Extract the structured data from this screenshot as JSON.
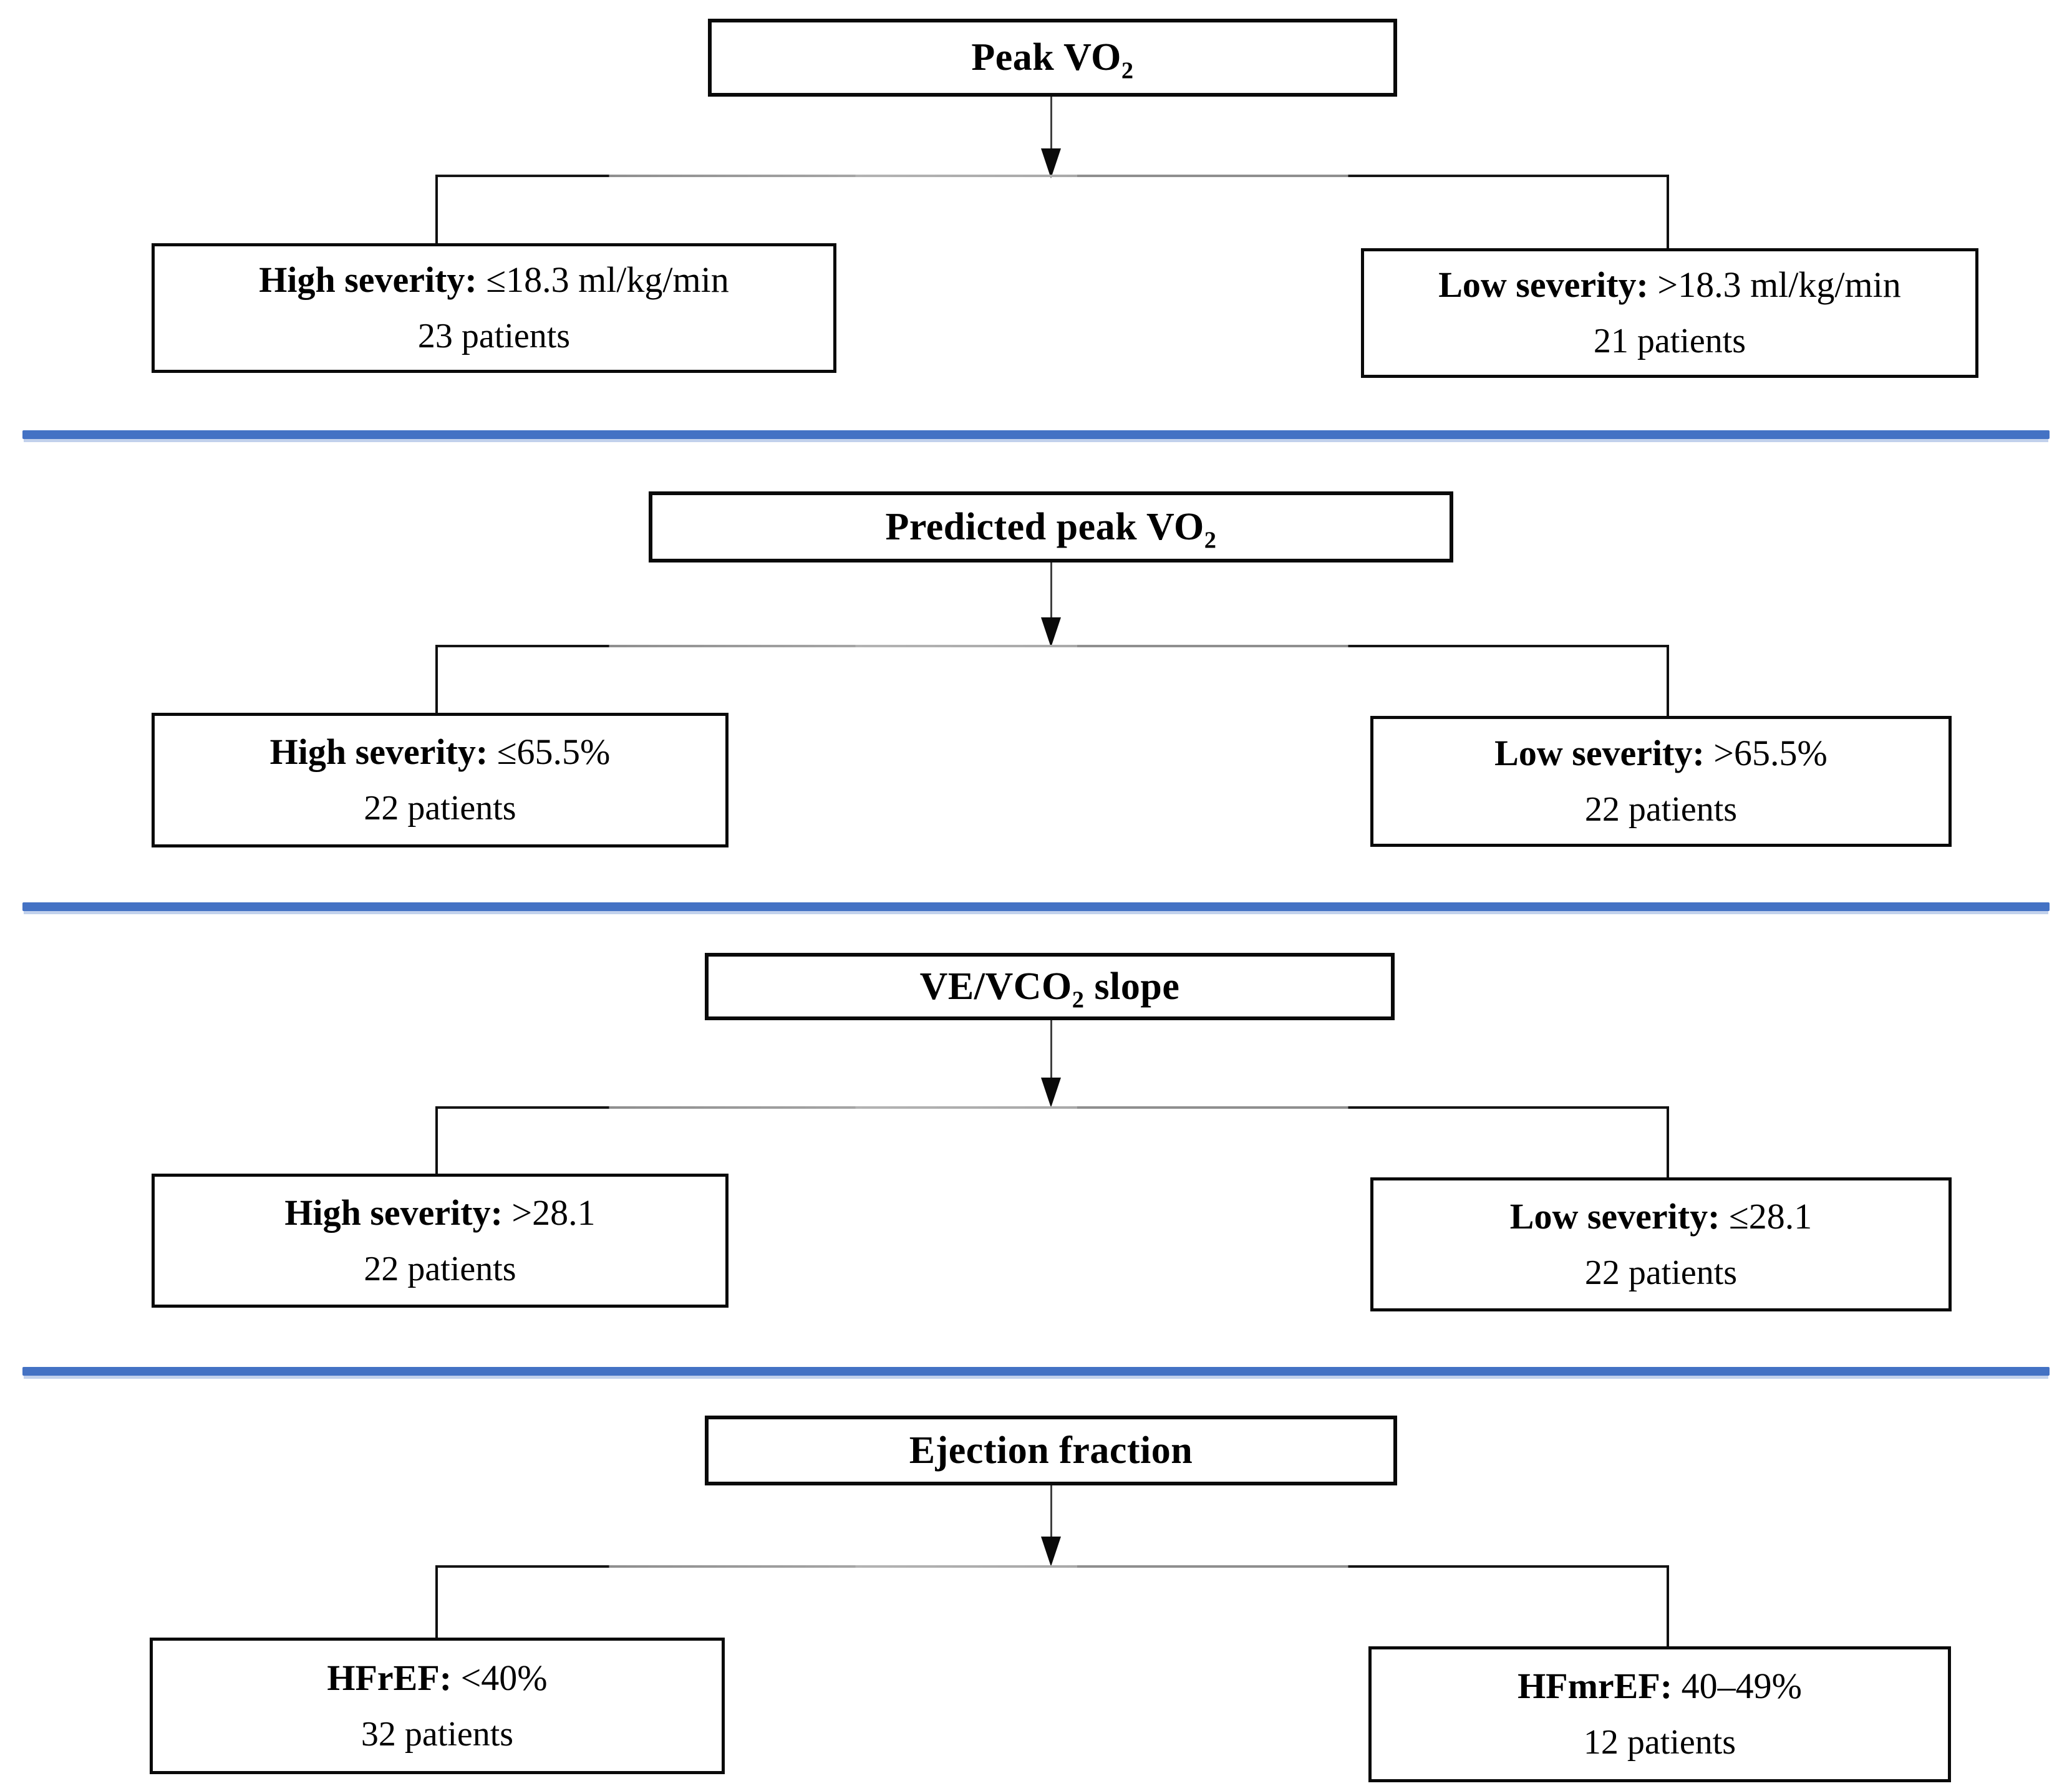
{
  "style": {
    "divider_color": "#4472C4",
    "divider_shadow": "#C2D1EC",
    "box_border": "#0A0A0A"
  },
  "sections": [
    {
      "id": "peak-vo2",
      "title_pre": "Peak VO",
      "title_sub": "2",
      "title_post": "",
      "left": {
        "label": "High severity:",
        "value": "≤18.3 ml/kg/min",
        "count": "23 patients"
      },
      "right": {
        "label": "Low severity:",
        "value": ">18.3 ml/kg/min",
        "count": "21 patients"
      }
    },
    {
      "id": "predicted-peak-vo2",
      "title_pre": "Predicted peak VO",
      "title_sub": "2",
      "title_post": "",
      "left": {
        "label": "High severity:",
        "value": "≤65.5%",
        "count": "22 patients"
      },
      "right": {
        "label": "Low severity:",
        "value": ">65.5%",
        "count": "22 patients"
      }
    },
    {
      "id": "ve-vco2-slope",
      "title_pre": "VE/VCO",
      "title_sub": "2",
      "title_post": " slope",
      "left": {
        "label": "High severity:",
        "value": ">28.1",
        "count": "22 patients"
      },
      "right": {
        "label": "Low severity:",
        "value": "≤28.1",
        "count": "22 patients"
      }
    },
    {
      "id": "ejection-fraction",
      "title_pre": "Ejection fraction",
      "title_sub": "",
      "title_post": "",
      "left": {
        "label": "HFrEF:",
        "value": "<40%",
        "count": "32 patients"
      },
      "right": {
        "label": "HFmrEF:",
        "value": "40–49%",
        "count": "12 patients"
      }
    }
  ]
}
